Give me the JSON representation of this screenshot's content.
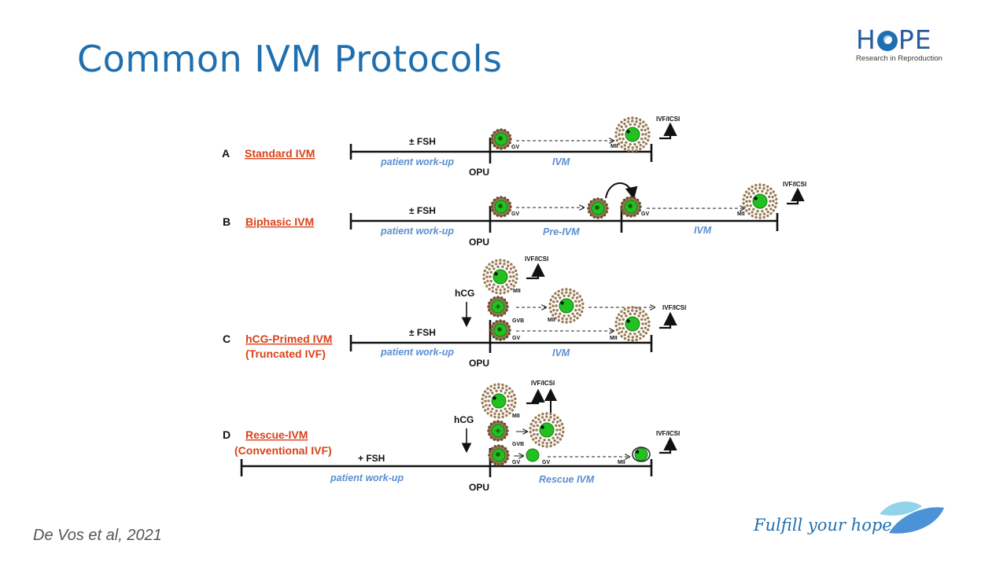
{
  "slide": {
    "title": "Common IVM Protocols",
    "citation": "De Vos et al, 2021",
    "tagline": "Fulfill your hope"
  },
  "logo": {
    "word_before": "H",
    "word_after": "PE",
    "subtitle": "Research in Reproduction"
  },
  "colors": {
    "title": "#1f6fb0",
    "protocol_label": "#d9421a",
    "phase_label": "#5b8fd0",
    "oocyte": "#22c020",
    "cumulus": "#9a7a55"
  },
  "icons": [
    "hope-eye-icon",
    "leaf-logo-icon",
    "oocyte-icon",
    "arrow-down-icon",
    "curved-arrow-icon",
    "bent-arrow-up-icon"
  ],
  "protocols": [
    {
      "letter": "A",
      "name": "Standard IVM",
      "subname": "",
      "pre_label": "± FSH",
      "pre_phase": "patient work-up",
      "event": "OPU",
      "phases": [
        "IVM"
      ],
      "stages": [
        "GV",
        "MII"
      ],
      "outcome": "IVF/ICSI"
    },
    {
      "letter": "B",
      "name": "Biphasic IVM",
      "subname": "",
      "pre_label": "± FSH",
      "pre_phase": "patient work-up",
      "event": "OPU",
      "phases": [
        "Pre-IVM",
        "IVM"
      ],
      "stages": [
        "GV",
        "GV",
        "MII"
      ],
      "outcome": "IVF/ICSI"
    },
    {
      "letter": "C",
      "name": "hCG-Primed IVM",
      "subname": "(Truncated IVF)",
      "pre_label": "± FSH",
      "pre_phase": "patient work-up",
      "trigger": "hCG",
      "event": "OPU",
      "phases": [
        "IVM"
      ],
      "stages": [
        "MII",
        "GVB",
        "MII",
        "GV",
        "MII"
      ],
      "outcome": "IVF/ICSI"
    },
    {
      "letter": "D",
      "name": "Rescue-IVM",
      "subname": "(Conventional IVF)",
      "pre_label": "+ FSH",
      "pre_phase": "patient work-up",
      "trigger": "hCG",
      "event": "OPU",
      "phases": [
        "Rescue IVM"
      ],
      "stages": [
        "MII",
        "GVB",
        "GV",
        "GV",
        "MII"
      ],
      "outcome": "IVF/ICSI"
    }
  ]
}
